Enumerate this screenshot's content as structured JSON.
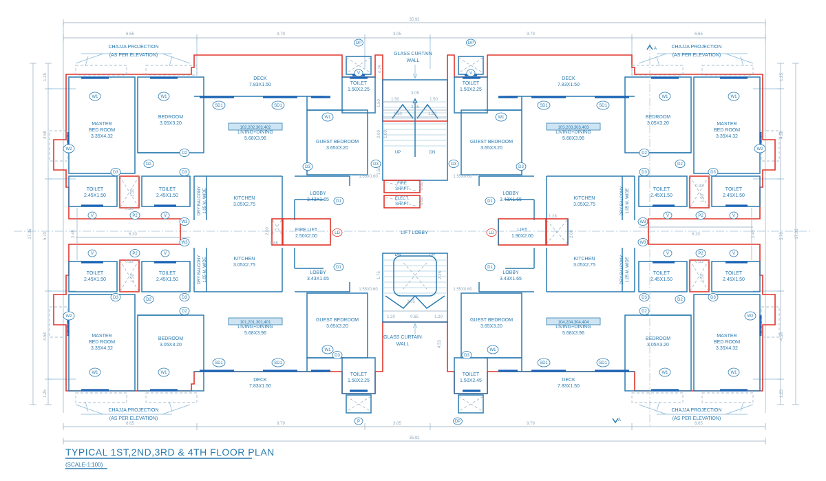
{
  "drawing": {
    "title": "TYPICAL  1ST,2ND,3RD  &  4TH  FLOOR  PLAN",
    "scale_note": "(SCALE-1:100)",
    "colors": {
      "line_blue": "#2a7ab0",
      "thin_blue": "#7fb4d6",
      "wall_red": "#e0352b",
      "window_blue": "#1b64b5",
      "dim_gray": "#8fa8bb",
      "background": "#ffffff"
    },
    "overall_dimensions": {
      "width": "35.92",
      "height": "17.35"
    },
    "top_dimension_chain": [
      "6.65",
      "9.79",
      "3.05",
      "9.79",
      "6.65"
    ],
    "bottom_dimension_chain": [
      "6.65",
      "9.79",
      "3.05",
      "9.79",
      "6.65"
    ],
    "left_dimension_chain": [
      "1.25",
      "4.58",
      "5.70",
      "4.58",
      "1.25"
    ],
    "right_dimension_chain": [
      "1.25",
      "4.58",
      "5.70",
      "4.58",
      "1.25"
    ],
    "section_marker": "A"
  },
  "units": [
    {
      "id": "101,201,301,401",
      "position": "bottom-left"
    },
    {
      "id": "102,202,302,402",
      "position": "top-left"
    },
    {
      "id": "103,203,303,403",
      "position": "top-right"
    },
    {
      "id": "104,204,304,404",
      "position": "bottom-right"
    }
  ],
  "rooms": {
    "master_bed_room": {
      "name": "MASTER\nBED ROOM",
      "line1": "MASTER",
      "line2": "BED ROOM",
      "size": "3.35X4.32"
    },
    "bedroom": {
      "name": "BEDROOM",
      "size": "3.05X3.20"
    },
    "guest_bedroom": {
      "name": "GUEST BEDROOM",
      "size": "3.65X3.20"
    },
    "living_dining": {
      "name": "LIVING+DINING",
      "size": "5.68X3.96"
    },
    "kitchen": {
      "name": "KITCHEN",
      "size": "3.05X2.75"
    },
    "lobby": {
      "name": "LOBBY",
      "size": "3.43X1.65"
    },
    "toilet_bed": {
      "name": "TOILET",
      "size": "2.45X1.50"
    },
    "toilet_top_deck": {
      "name": "TOILET",
      "size": "1.50X2.25"
    },
    "toilet_bottom_left": {
      "name": "TOILET",
      "size": "1.50X2.25"
    },
    "toilet_bottom_right": {
      "name": "TOILET",
      "size": "1.50X2.45"
    },
    "deck": {
      "name": "DECK",
      "size": "7.83X1.50"
    },
    "dry_balcony": {
      "line1": "DRY BALCONY",
      "line2": "1.05 M. WIDE"
    },
    "fire_lift": {
      "name": "FIRE LIFT",
      "size": "2.50X2.00"
    },
    "lift": {
      "name": "LIFT",
      "size": "1.90X2.00"
    },
    "lift_lobby": {
      "name": "LIFT LOBBY"
    },
    "fire_shaft": {
      "line1": "FIRE",
      "line2": "SHAFT"
    },
    "elect_shaft": {
      "line1": "ELECT.",
      "line2": "SHAFT"
    }
  },
  "annotations": {
    "chaja_line1": "CHAJJA PROJECTION",
    "chaja_line2": "(AS PER ELEVATION)",
    "glass_curtain_line1": "GLASS CURTAIN",
    "glass_curtain_line2": "WALL",
    "stair_up": "UP",
    "stair_dn": "DN"
  },
  "door_window_tags": {
    "w1": "W1",
    "w2": "W2",
    "w3": "W3",
    "d1": "D1",
    "d2": "D2",
    "d3": "D3",
    "sd1": "SD1",
    "ld": "LD",
    "v": "V",
    "p": "P",
    "dp": "DP",
    "p2": "P2"
  },
  "small_dimensions": {
    "duct_w": "0.93",
    "duct_h": "1.50",
    "shaft_w": "0.60",
    "stair_total": "3.05",
    "stair_flight": "1.50",
    "stair_run": "2.00",
    "stair_run2": "1.00",
    "stair_land": "1.50",
    "stair_land2": "1.50",
    "lower_stair_1": "1.20",
    "lower_stair_2": "0.65",
    "lower_stair_3": "1.20",
    "lower_stair_h1": "1.75",
    "lower_stair_h2": "2.25",
    "window_sill": "1.55X0.60",
    "toilet_band": "6.20",
    "toilet_band_v": "2.45",
    "lift_door": "1.28",
    "lift_door_v": "2.00",
    "fire_lift_v": "2.00",
    "fire_lift_w": "0.66",
    "curtain_wall_h": "0.75",
    "bottom_core_h": "4.53",
    "deck_gap_1": "1.50",
    "deck_gap_2": "1.50",
    "deck_gap_3": "3.05",
    "mid_band": "2.00"
  }
}
